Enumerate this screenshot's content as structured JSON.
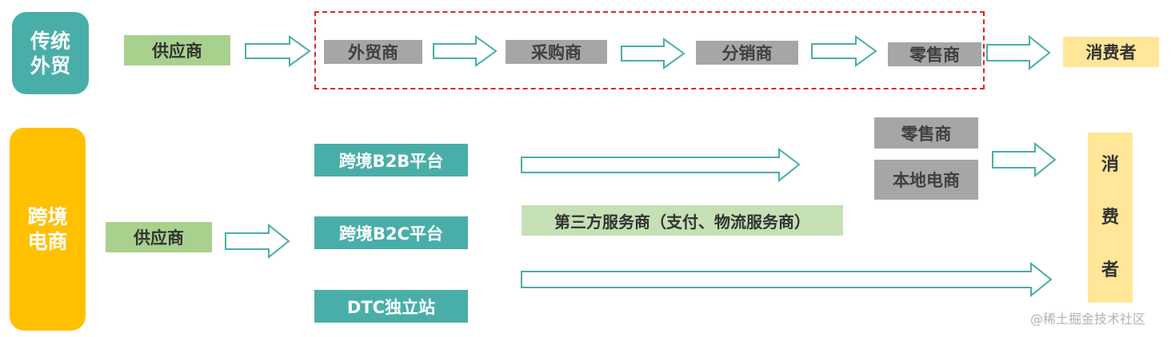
{
  "traditional": {
    "category": [
      "传统",
      "外贸"
    ],
    "supplier": "供应商",
    "chain": [
      "外贸商",
      "采购商",
      "分销商",
      "零售商"
    ],
    "consumer": "消费者"
  },
  "crossborder": {
    "category": [
      "跨境",
      "电商"
    ],
    "supplier": "供应商",
    "platforms": [
      "跨境B2B平台",
      "跨境B2C平台",
      "DTC独立站"
    ],
    "third_party": "第三方服务商（支付、物流服务商）",
    "retail": [
      "零售商",
      "本地电商"
    ],
    "consumer": [
      "消",
      "费",
      "者"
    ]
  },
  "watermark": "@稀土掘金技术社区",
  "colors": {
    "teal": "#4aaea8",
    "orange": "#ffc000",
    "green": "#a9d18e",
    "gray": "#a6a6a6",
    "yellow": "#ffe699",
    "light_green": "#c5e0b4",
    "dashed_red": "#e02424",
    "arrow": "#4aaea8"
  }
}
